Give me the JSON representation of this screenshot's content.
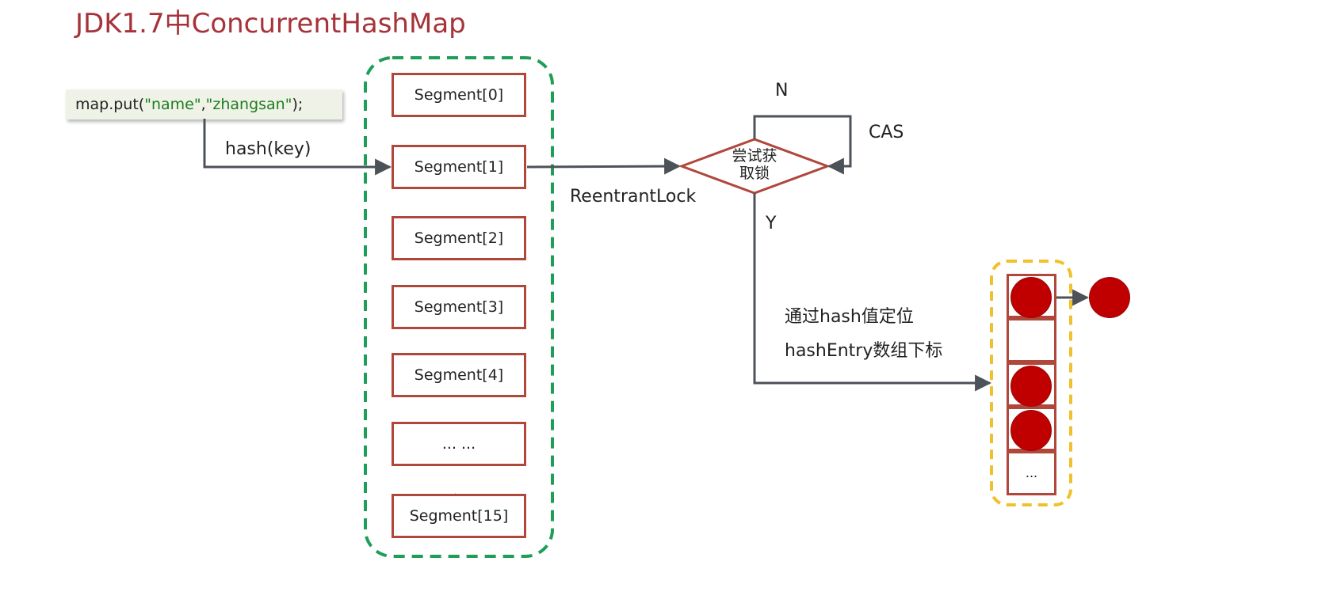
{
  "title": "JDK1.7中ConcurrentHashMap",
  "code": {
    "prefix": "map.put(",
    "key": "\"name\"",
    "comma": ",",
    "value": "\"zhangsan\"",
    "suffix": ");"
  },
  "edges": {
    "hash_label": "hash(key)",
    "lock_label": "ReentrantLock",
    "loop_no": "N",
    "loop_cas": "CAS",
    "yes": "Y",
    "locate_line1": "通过hash值定位",
    "locate_line2": "hashEntry数组下标"
  },
  "decision": {
    "line1": "尝试获",
    "line2": "取锁"
  },
  "segments": [
    "Segment[0]",
    "Segment[1]",
    "Segment[2]",
    "Segment[3]",
    "Segment[4]",
    "... ...",
    "Segment[15]"
  ],
  "hash_entries": {
    "last_label": "..."
  },
  "colors": {
    "title": "#a6333a",
    "segment_group_border": "#1e9e58",
    "bucket_group_border": "#f0c12c",
    "box_border": "#b0473b",
    "node_fill": "#c00000",
    "arrow": "#4d5258",
    "code_string": "#1f7d1f"
  }
}
